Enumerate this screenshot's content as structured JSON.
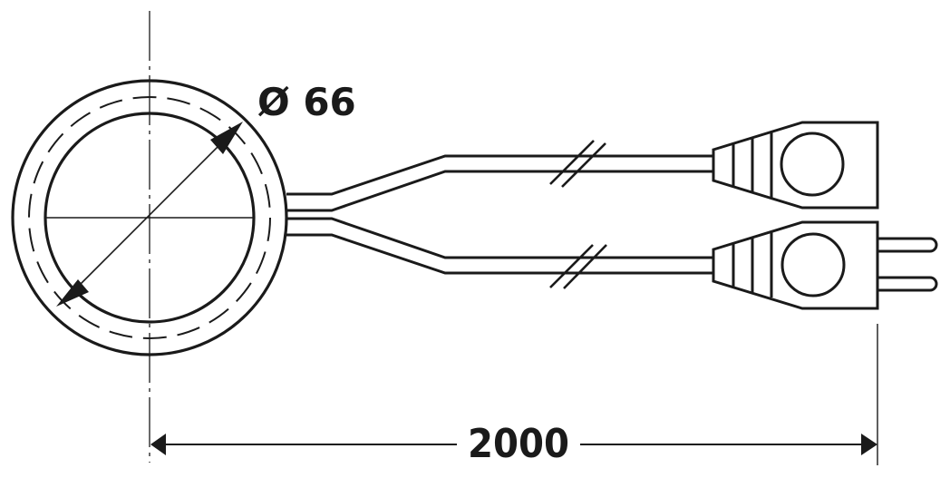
{
  "drawing": {
    "type": "technical-dimension-drawing",
    "subject": "round fixture with two-wire cable and plug connectors",
    "stroke_color": "#1a1a1a",
    "background": "#ffffff"
  },
  "dimensions": {
    "diameter_label": "Ø 66",
    "length_label": "2000"
  },
  "parts": [
    {
      "name": "ring-fixture",
      "description": "circular fixture, diameter 66"
    },
    {
      "name": "cable-upper",
      "description": "cable to socket connector, with break symbol"
    },
    {
      "name": "cable-lower",
      "description": "cable to plug connector, with break symbol"
    },
    {
      "name": "socket-connector",
      "description": "female connector"
    },
    {
      "name": "plug-connector",
      "description": "male connector with two pins"
    }
  ]
}
